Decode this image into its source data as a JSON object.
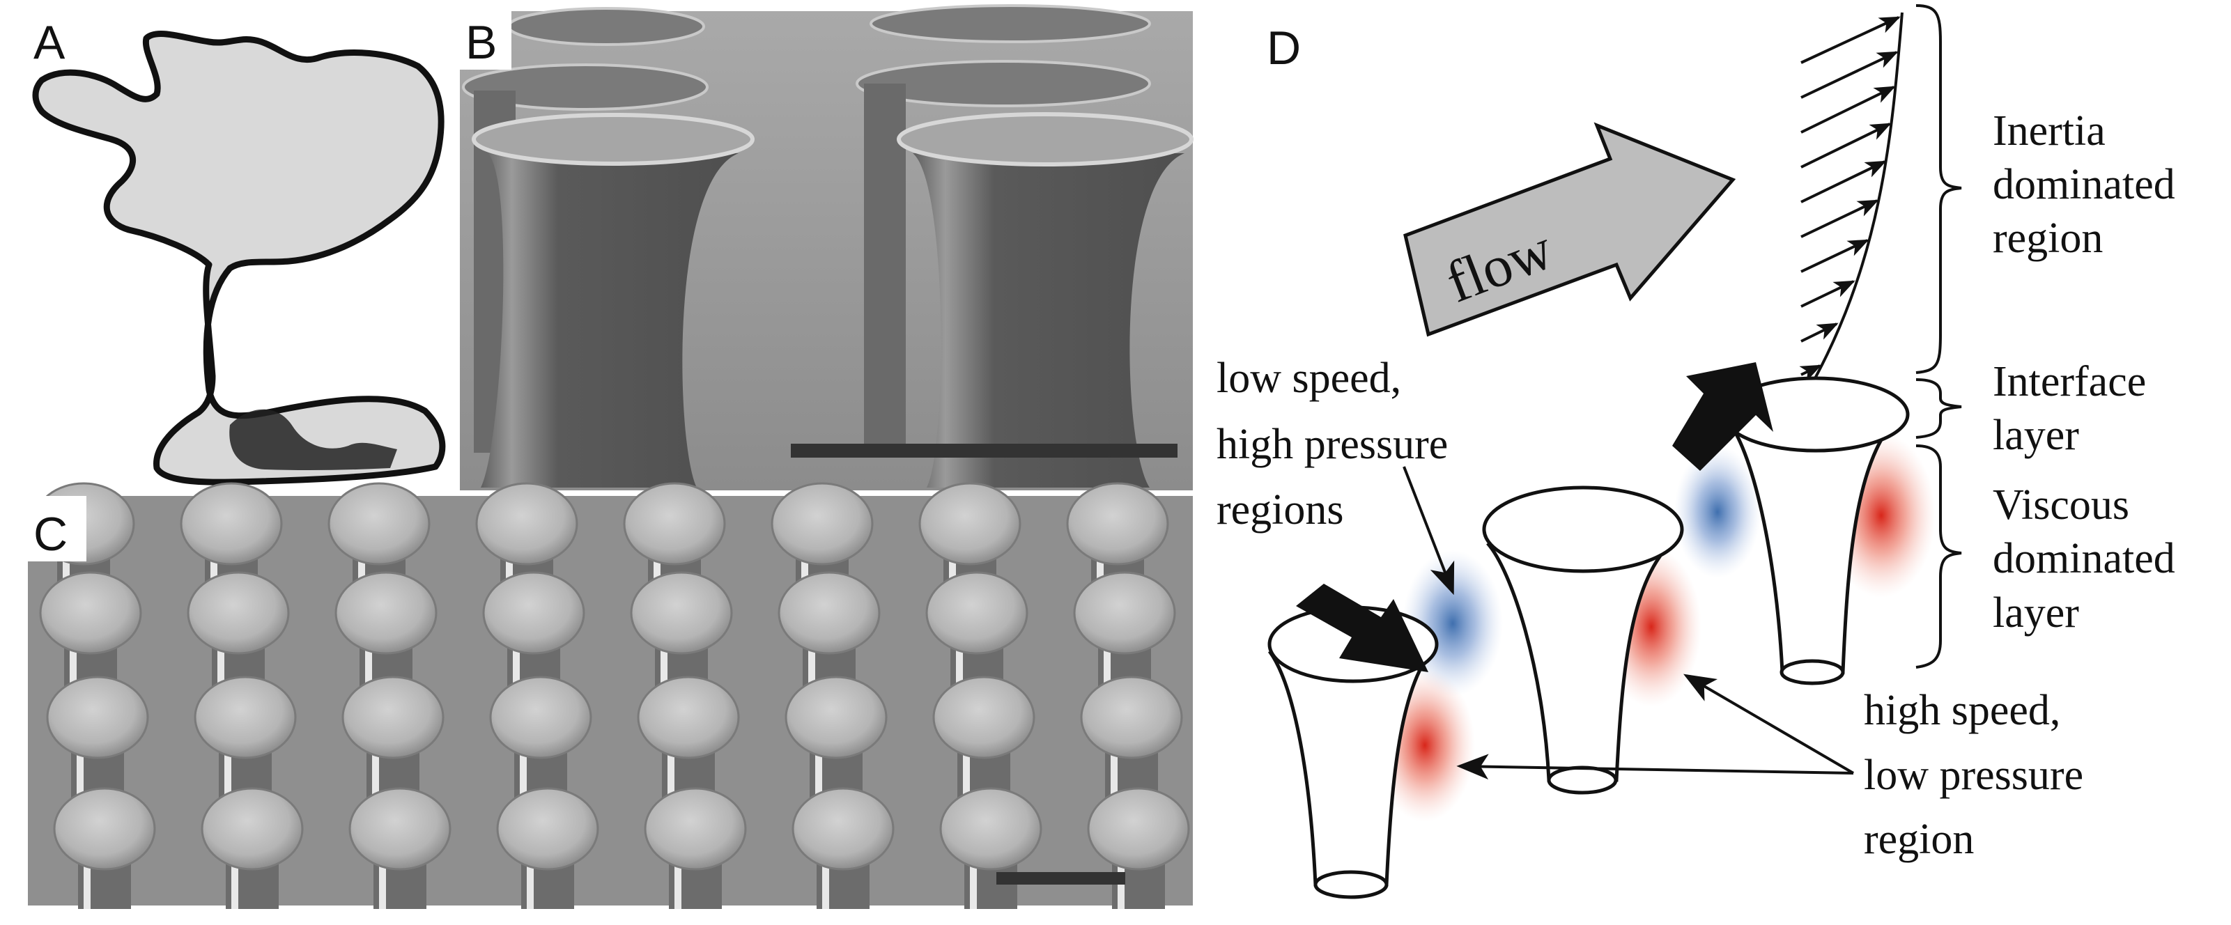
{
  "panels": {
    "a": {
      "letter": "A"
    },
    "b": {
      "letter": "B"
    },
    "c": {
      "letter": "C"
    },
    "d": {
      "letter": "D"
    }
  },
  "diagram": {
    "flow_label": "flow",
    "brace_labels": [
      [
        "Inertia",
        "dominated",
        "region"
      ],
      [
        "Interface",
        "layer"
      ],
      [
        "Viscous",
        "dominated",
        "layer"
      ]
    ],
    "low_speed_label": [
      "low speed,",
      "high pressure",
      "regions"
    ],
    "high_speed_label": [
      "high speed,",
      "low pressure",
      "region"
    ]
  },
  "colors": {
    "low_speed_region": "#4a78b8",
    "high_speed_region": "#e03a2a",
    "sem_background": "#8a8a8a",
    "sketch_fill": "#d9d9d9",
    "flow_arrow_fill": "#bdbdbd"
  }
}
